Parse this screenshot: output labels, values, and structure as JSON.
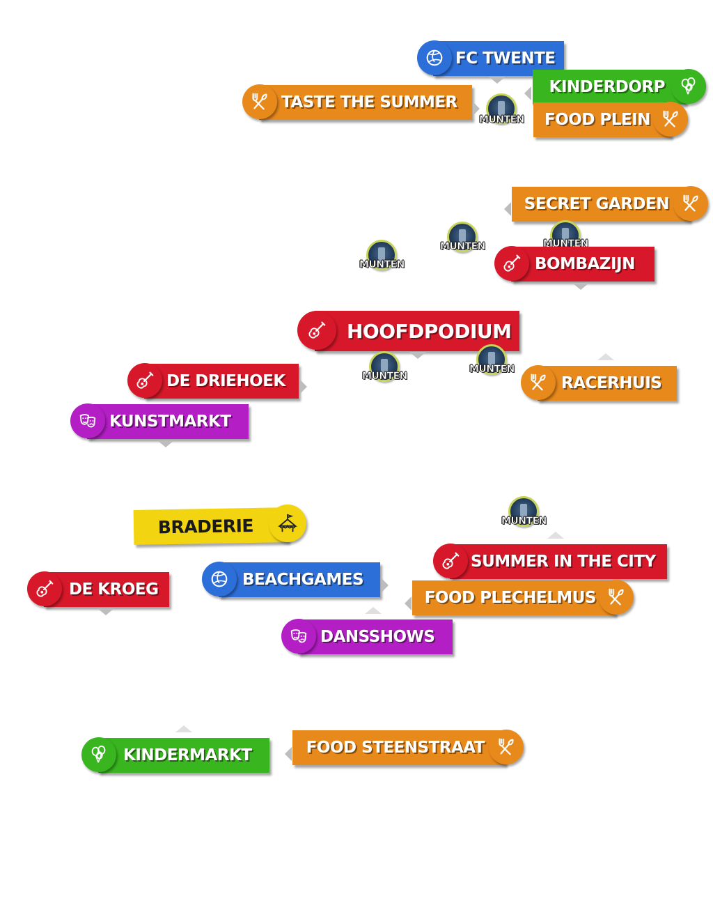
{
  "colors": {
    "red": "#d7182a",
    "orange": "#e8891c",
    "blue": "#2d6fd9",
    "green": "#39b51f",
    "purple": "#b31fc4",
    "yellow": "#f2d411"
  },
  "labels": {
    "fc_twente": "FC TWENTE",
    "kinderdorp": "KINDERDORP",
    "taste_the_summer": "TASTE THE SUMMER",
    "food_plein": "FOOD PLEIN",
    "secret_garden": "SECRET GARDEN",
    "bombazijn": "BOMBAZIJN",
    "hoofdpodium": "HOOFDPODIUM",
    "de_driehoek": "DE DRIEHOEK",
    "racerhuis": "RACERHUIS",
    "kunstmarkt": "KUNSTMARKT",
    "braderie": "BRADERIE",
    "summer_in_the_city": "SUMMER IN THE CITY",
    "de_kroeg": "DE KROEG",
    "beachgames": "BEACHGAMES",
    "food_plechelmus": "FOOD PLECHELMUS",
    "dansshows": "DANSSHOWS",
    "kindermarkt": "KINDERMARKT",
    "food_steenstraat": "FOOD STEENSTRAAT"
  },
  "coin_label": "MUNTEN",
  "icons": {
    "music": "guitar-icon",
    "food": "utensils-icon",
    "sport": "volleyball-icon",
    "kids": "balloons-icon",
    "culture": "theater-masks-icon",
    "market": "market-tent-icon"
  }
}
